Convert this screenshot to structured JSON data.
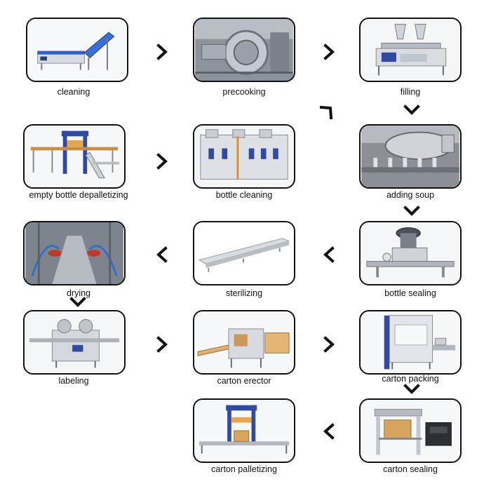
{
  "steps": [
    {
      "id": "cleaning",
      "label": "cleaning",
      "icon": "conveyor-washer-icon"
    },
    {
      "id": "precooking",
      "label": "precooking",
      "icon": "precooker-icon"
    },
    {
      "id": "filling",
      "label": "filling",
      "icon": "filling-machine-icon"
    },
    {
      "id": "empty-bottle-depalletizing",
      "label": "empty bottle depalletizing",
      "icon": "depalletizer-icon"
    },
    {
      "id": "bottle-cleaning",
      "label": "bottle cleaning",
      "icon": "bottle-washer-icon"
    },
    {
      "id": "adding-soup",
      "label": "adding soup",
      "icon": "soup-filler-icon"
    },
    {
      "id": "drying",
      "label": "drying",
      "icon": "dryer-tunnel-icon"
    },
    {
      "id": "sterilizing",
      "label": "sterilizing",
      "icon": "sterilizer-conveyor-icon"
    },
    {
      "id": "bottle-sealing",
      "label": "bottle sealing",
      "icon": "capper-icon"
    },
    {
      "id": "labeling",
      "label": "labeling",
      "icon": "labeler-icon"
    },
    {
      "id": "carton-erector",
      "label": "carton erector",
      "icon": "carton-erector-icon"
    },
    {
      "id": "carton-packing",
      "label": "carton packing",
      "icon": "case-packer-icon"
    },
    {
      "id": "carton-palletizing",
      "label": "carton palletizing",
      "icon": "palletizer-icon"
    },
    {
      "id": "carton-sealing",
      "label": "carton sealing",
      "icon": "carton-sealer-icon"
    }
  ],
  "arrows": [
    {
      "from": "cleaning",
      "to": "precooking",
      "direction": "right"
    },
    {
      "from": "precooking",
      "to": "filling",
      "direction": "right"
    },
    {
      "from": "filling",
      "to": "adding-soup",
      "direction": "down"
    },
    {
      "from": "empty-bottle-depalletizing",
      "to": "bottle-cleaning",
      "direction": "right"
    },
    {
      "from": "bottle-cleaning",
      "to": "adding-soup",
      "direction": "diagonal-up-right"
    },
    {
      "from": "adding-soup",
      "to": "bottle-sealing",
      "direction": "down"
    },
    {
      "from": "bottle-sealing",
      "to": "sterilizing",
      "direction": "left"
    },
    {
      "from": "sterilizing",
      "to": "drying",
      "direction": "left"
    },
    {
      "from": "drying",
      "to": "labeling",
      "direction": "down"
    },
    {
      "from": "labeling",
      "to": "carton-erector",
      "direction": "right"
    },
    {
      "from": "carton-erector",
      "to": "carton-packing",
      "direction": "right"
    },
    {
      "from": "carton-packing",
      "to": "carton-sealing",
      "direction": "down"
    },
    {
      "from": "carton-sealing",
      "to": "carton-palletizing",
      "direction": "left"
    }
  ],
  "colors": {
    "border": "#111111",
    "arrow": "#111111",
    "text": "#111111",
    "machine": "#c9ced6",
    "accent": "#2f4aa0"
  }
}
